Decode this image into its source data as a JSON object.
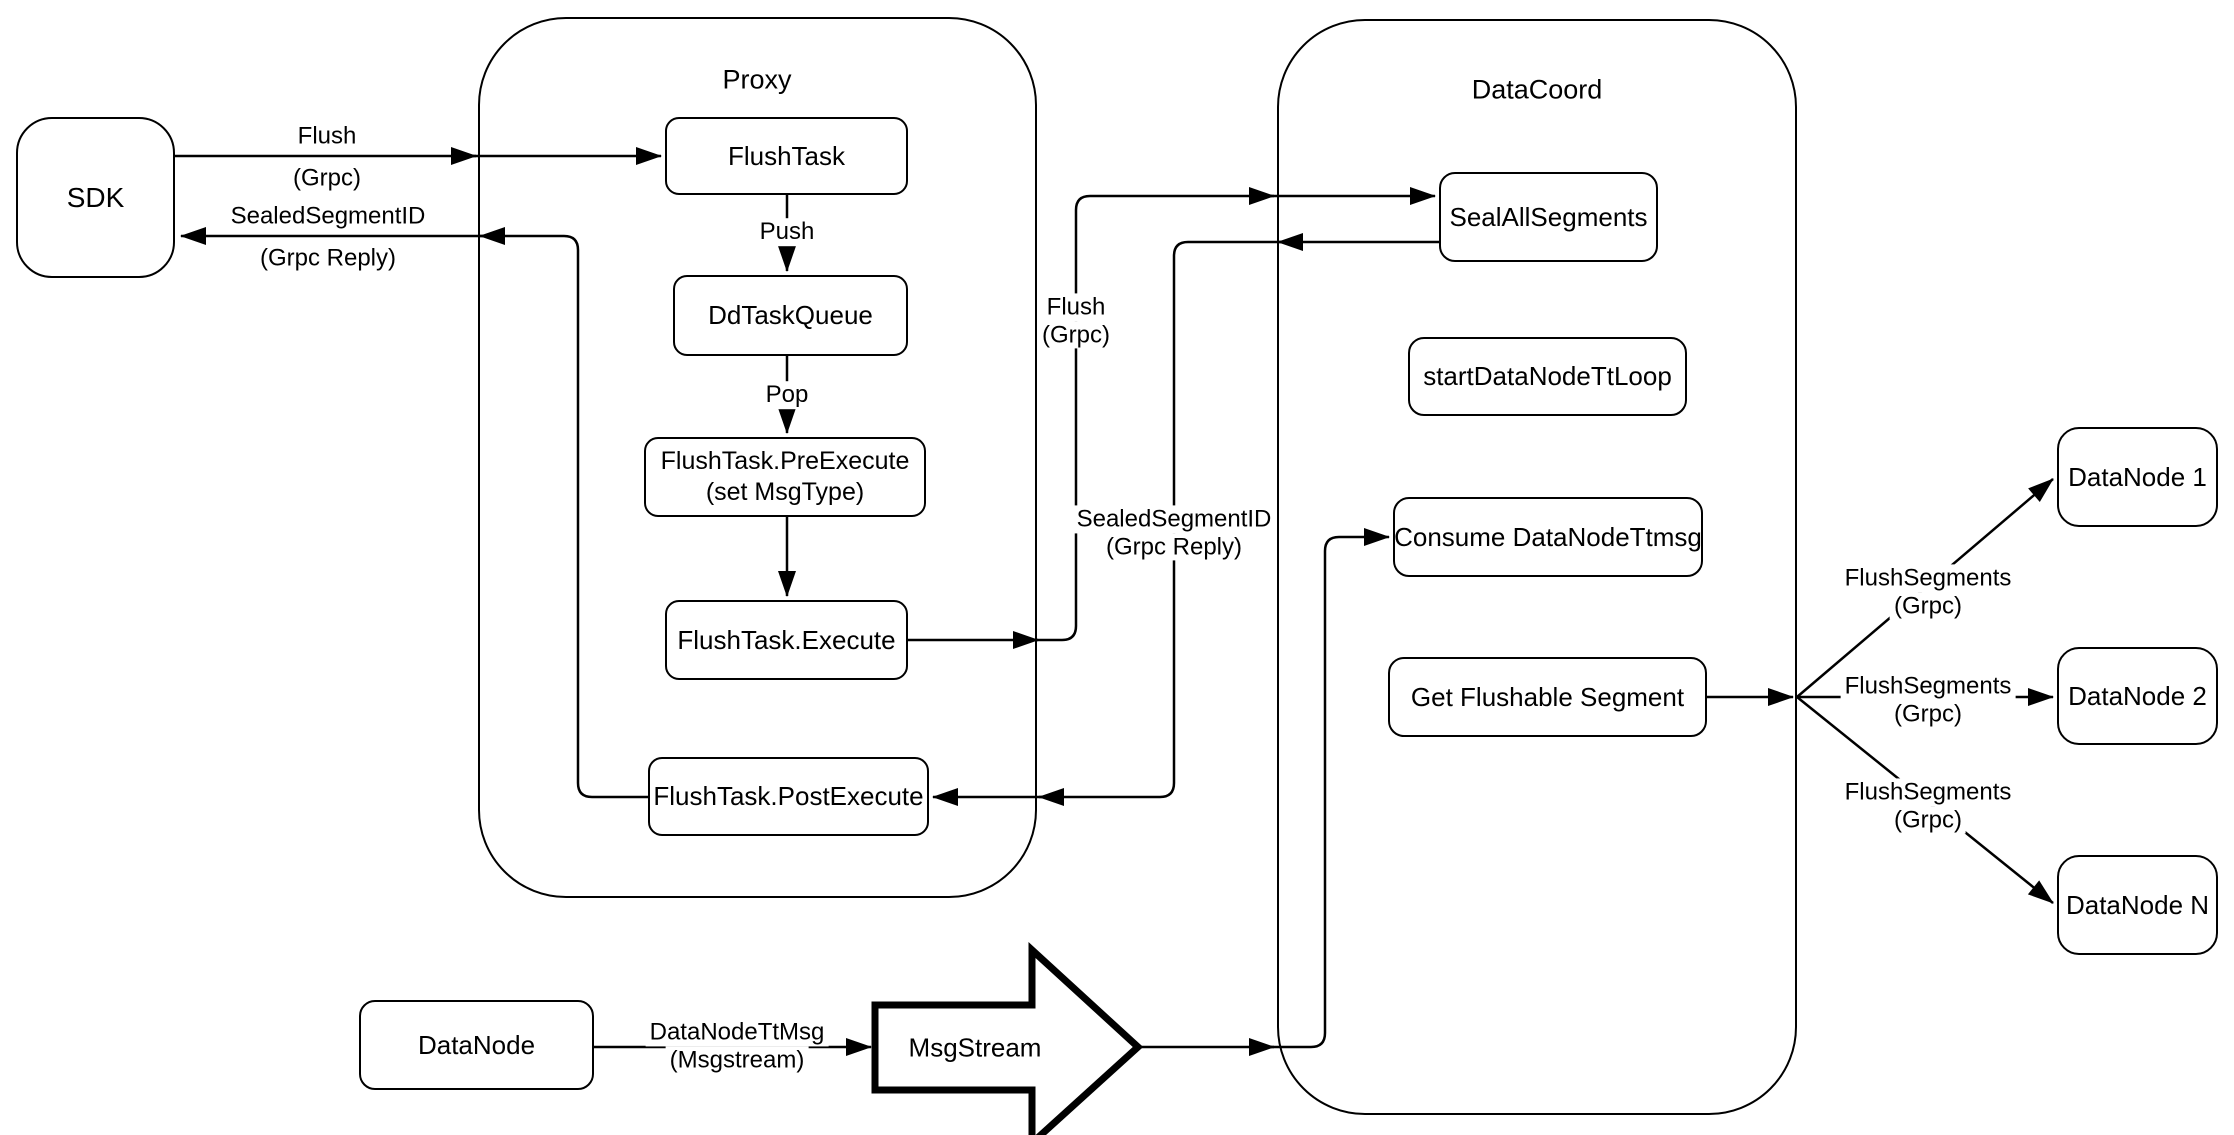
{
  "containers": {
    "proxy": "Proxy",
    "datacoord": "DataCoord"
  },
  "nodes": {
    "sdk": "SDK",
    "flush_task": "FlushTask",
    "dd_task_queue": "DdTaskQueue",
    "pre_execute_line1": "FlushTask.PreExecute",
    "pre_execute_line2": "(set MsgType)",
    "execute": "FlushTask.Execute",
    "post_execute": "FlushTask.PostExecute",
    "seal_all_segments": "SealAllSegments",
    "start_data_node_tt_loop": "startDataNodeTtLoop",
    "consume_data_node_ttmsg": "Consume DataNodeTtmsg",
    "get_flushable_segment": "Get Flushable Segment",
    "data_node_1": "DataNode 1",
    "data_node_2": "DataNode 2",
    "data_node_n": "DataNode N",
    "data_node_source": "DataNode",
    "msg_stream": "MsgStream"
  },
  "edge_labels": {
    "flush_sdk": {
      "line1": "Flush",
      "line2": "(Grpc)"
    },
    "sealed_segment_sdk": {
      "line1": "SealedSegmentID",
      "line2": "(Grpc Reply)"
    },
    "push": "Push",
    "pop": "Pop",
    "flush_mid": {
      "line1": "Flush",
      "line2": "(Grpc)"
    },
    "sealed_segment_mid": {
      "line1": "SealedSegmentID",
      "line2": "(Grpc Reply)"
    },
    "flush_segments_1": {
      "line1": "FlushSegments",
      "line2": "(Grpc)"
    },
    "flush_segments_2": {
      "line1": "FlushSegments",
      "line2": "(Grpc)"
    },
    "flush_segments_3": {
      "line1": "FlushSegments",
      "line2": "(Grpc)"
    },
    "data_node_tt_msg": {
      "line1": "DataNodeTtMsg",
      "line2": "(Msgstream)"
    }
  },
  "colors": {
    "stroke": "#000000",
    "fill": "#ffffff",
    "background": "#ffffff"
  }
}
